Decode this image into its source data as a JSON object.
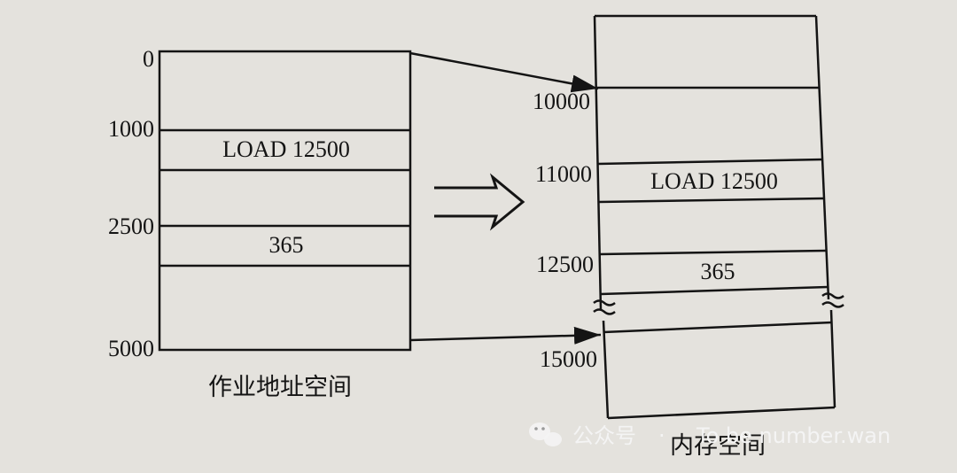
{
  "job_space": {
    "caption": "作业地址空间",
    "addresses": [
      "0",
      "1000",
      "2500",
      "5000"
    ],
    "instruction": "LOAD 12500",
    "data_value": "365"
  },
  "memory_space": {
    "caption": "内存空间",
    "addresses": [
      "10000",
      "11000",
      "12500",
      "15000"
    ],
    "instruction": "LOAD 12500",
    "data_value": "365"
  },
  "watermark": {
    "channel": "公众号",
    "separator": "·",
    "name": "To be number.wan",
    "icon": "wechat-icon"
  },
  "colors": {
    "background": "#e4e2dd",
    "ink": "#141414"
  }
}
